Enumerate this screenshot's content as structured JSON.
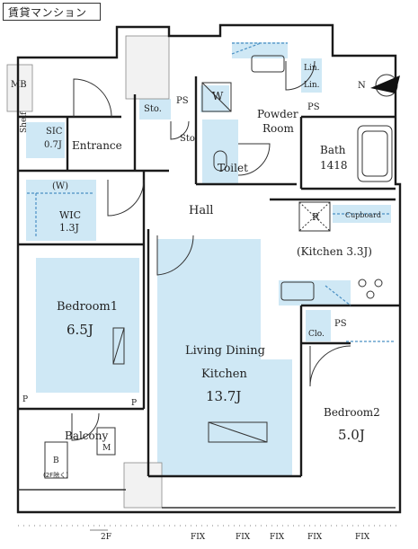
{
  "header": {
    "title": "賃貸マンション"
  },
  "labels": {
    "mb": "MB",
    "lin1": "Lin.",
    "lin2": "Lin.",
    "w_closet": "W",
    "sto_upper": "Sto.",
    "ps_upper": "PS",
    "ps_right": "PS",
    "ps_bedroom2": "PS",
    "sto_lower": "Sto.",
    "powder_room_1": "Powder",
    "powder_room_2": "Room",
    "shelf": "Shelf",
    "sic_1": "SIC",
    "sic_2": "0.7J",
    "entrance": "Entrance",
    "toilet": "Toilet",
    "bath_1": "Bath",
    "bath_2": "1418",
    "w_paren": "(W)",
    "wic_1": "WIC",
    "wic_2": "1.3J",
    "hall": "Hall",
    "r": "R",
    "cupboard": "Cupboard",
    "kitchen": "(Kitchen 3.3J)",
    "bedroom1_1": "Bedroom1",
    "bedroom1_2": "6.5J",
    "clo": "Clo.",
    "ldk_1": "Living Dining",
    "ldk_2": "Kitchen",
    "ldk_3": "13.7J",
    "bedroom2_1": "Bedroom2",
    "bedroom2_2": "5.0J",
    "p_left": "P",
    "p_right": "P",
    "balcony": "Balcony",
    "balcony_b": "B",
    "balcony_m": "M",
    "balcony_note": "(2F除く)",
    "floor_2f": "2F",
    "fix1": "FIX",
    "fix2": "FIX",
    "fix3": "FIX",
    "fix4": "FIX",
    "fix5": "FIX",
    "north": "N"
  },
  "colors": {
    "wall": "#1a1a1a",
    "room_fill": "#cfe8f5",
    "shaft_fill": "#f2f2f2",
    "dashed": "#4a90c4"
  }
}
